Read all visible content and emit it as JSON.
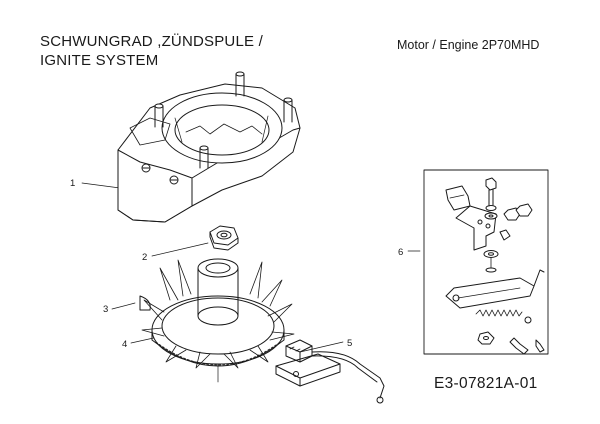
{
  "header": {
    "title_line1": "SCHWUNGRAD ,ZÜNDSPULE /",
    "title_line2": "IGNITE SYSTEM",
    "engine": "Motor / Engine 2P70MHD"
  },
  "callouts": [
    "1",
    "2",
    "3",
    "4",
    "5",
    "6"
  ],
  "drawing_code": "E3-07821A-01"
}
